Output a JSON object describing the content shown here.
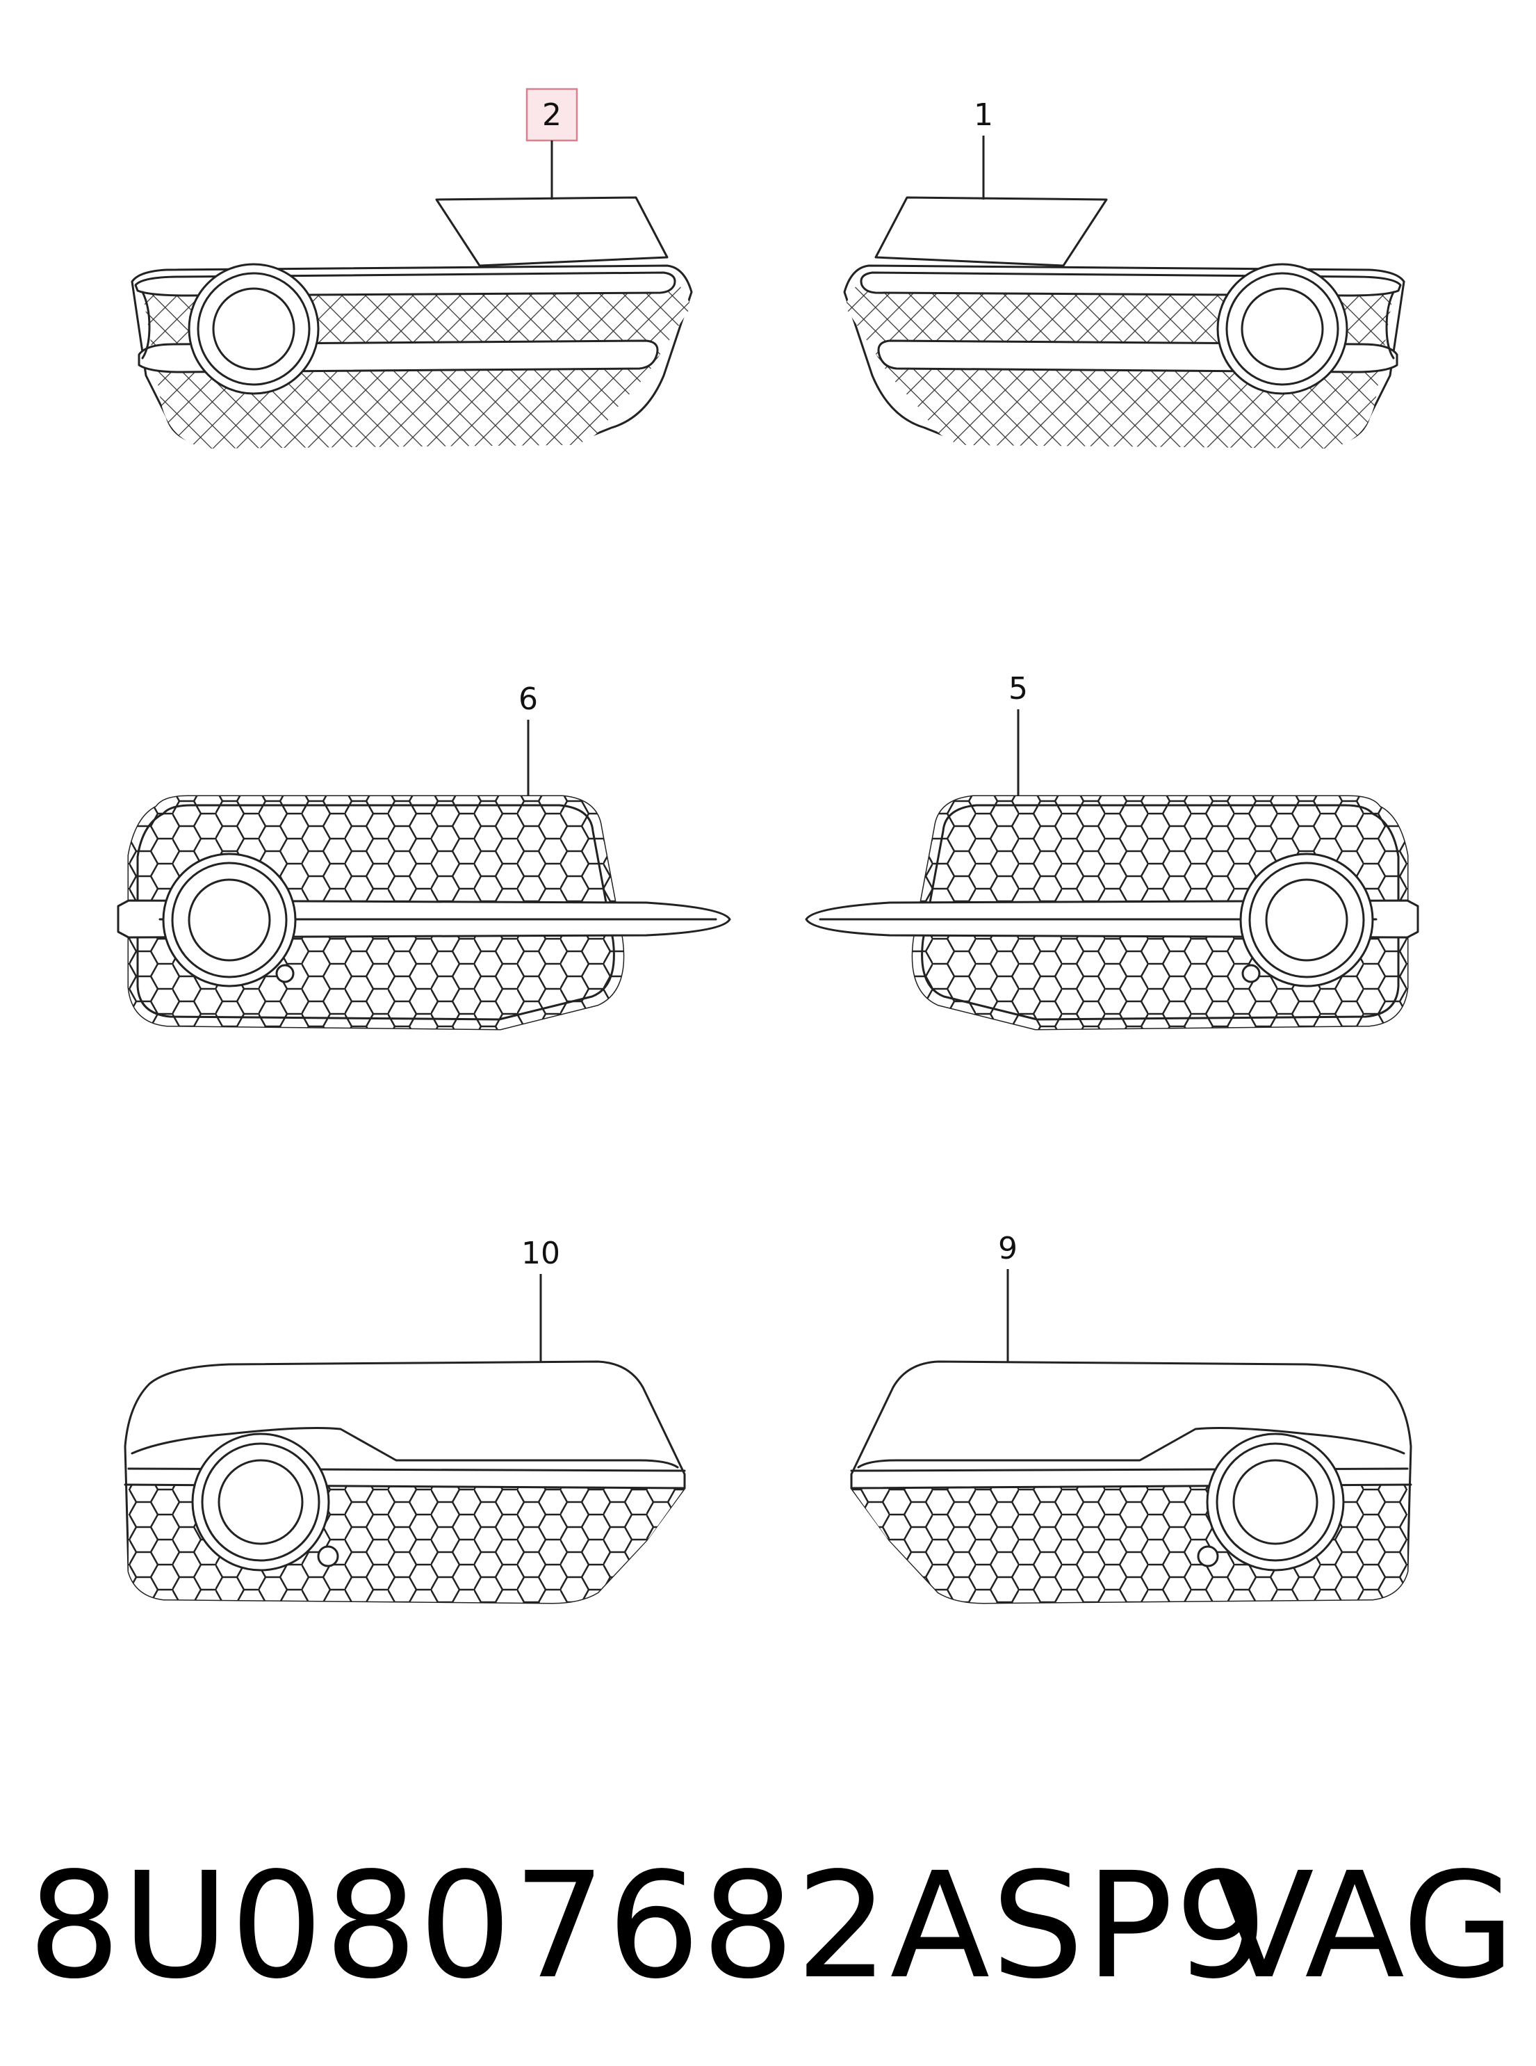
{
  "callouts": {
    "c1": "1",
    "c2": "2",
    "c5": "5",
    "c6": "6",
    "c9": "9",
    "c10": "10"
  },
  "highlight_color": "#d97f8e",
  "highlight_fill": "#fbe7ea",
  "footer": {
    "part_number": "8U0807682ASP9",
    "brand": "VAG"
  }
}
